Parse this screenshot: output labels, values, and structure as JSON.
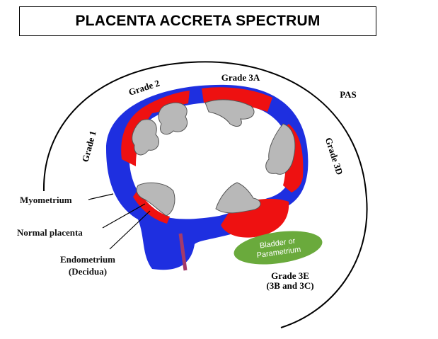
{
  "title": "PLACENTA ACCRETA SPECTRUM",
  "grade_labels": {
    "grade1": "Grade 1",
    "grade2": "Grade 2",
    "grade3a": "Grade 3A",
    "pas": "PAS",
    "grade3d": "Grade 3D",
    "grade3e_line1": "Grade 3E",
    "grade3e_line2": "(3B and 3C)"
  },
  "bladder_label": {
    "line1": "Bladder or",
    "line2": "Parametrium"
  },
  "layer_labels": {
    "myometrium": "Myometrium",
    "normal_placenta": "Normal placenta",
    "endometrium_line1": "Endometrium",
    "endometrium_line2": "(Decidua)"
  },
  "colors": {
    "myometrium": "#1e2fe0",
    "placenta": "#ee1111",
    "tissue": "#b8b8b8",
    "bladder": "#6aaa3c"
  }
}
